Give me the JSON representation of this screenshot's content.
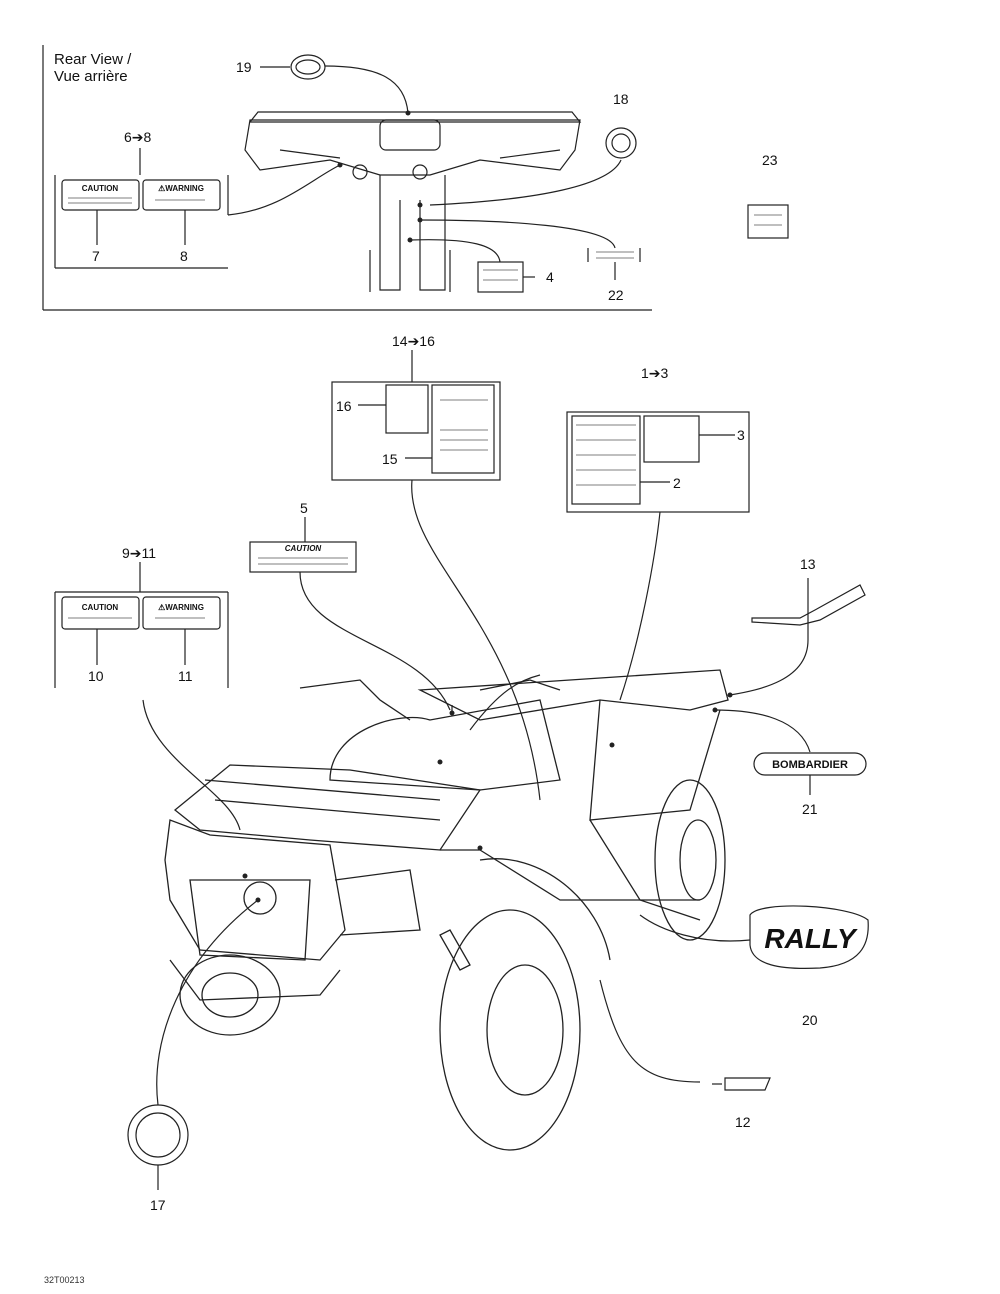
{
  "rear_view": {
    "title_en": "Rear View /",
    "title_fr": "Vue arrière"
  },
  "callouts": {
    "c1_3": "1➔3",
    "c2": "2",
    "c3": "3",
    "c4": "4",
    "c5": "5",
    "c6_8": "6➔8",
    "c7": "7",
    "c8": "8",
    "c9_11": "9➔11",
    "c10": "10",
    "c11": "11",
    "c12": "12",
    "c13": "13",
    "c14_16": "14➔16",
    "c15": "15",
    "c16": "16",
    "c17": "17",
    "c18": "18",
    "c19": "19",
    "c20": "20",
    "c21": "21",
    "c22": "22",
    "c23": "23"
  },
  "decals": {
    "caution": "CAUTION",
    "warning": "⚠WARNING",
    "caution_italic": "CAUTION",
    "bombardier": "BOMBARDIER",
    "rally": "RALLY"
  },
  "figure_code": "32T00213"
}
